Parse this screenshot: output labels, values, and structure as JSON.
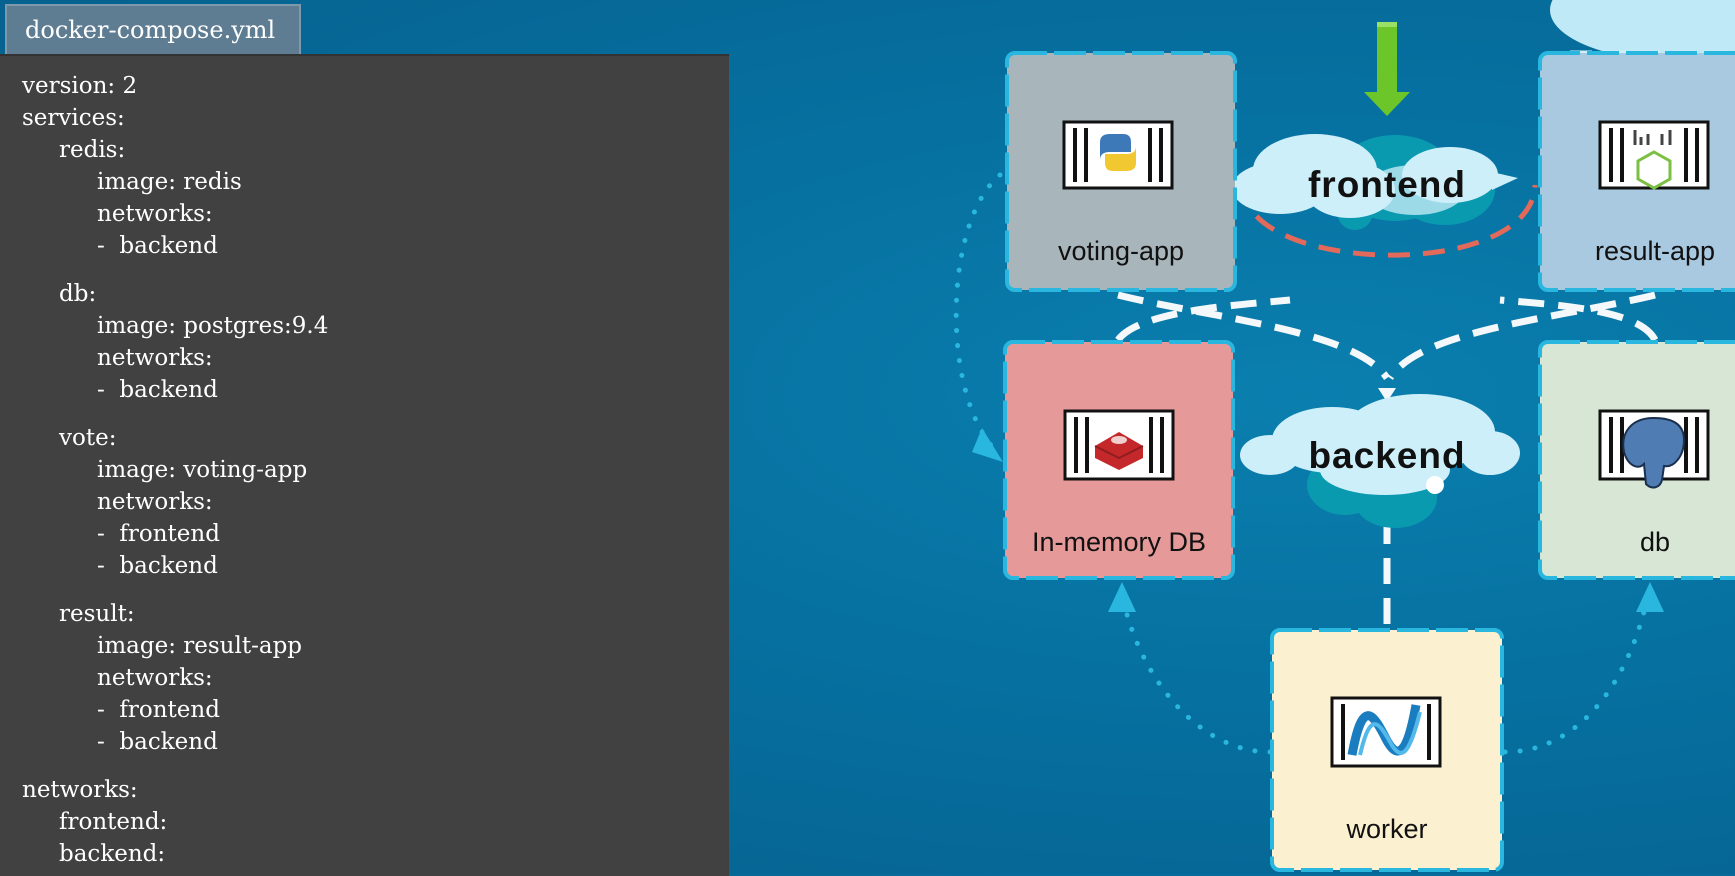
{
  "file_tab": {
    "name": "docker-compose.yml"
  },
  "yaml_lines": [
    "version: 2",
    "services:",
    "redis:",
    "image: redis",
    "networks:",
    "-  backend",
    "db:",
    "image: postgres:9.4",
    "networks:",
    "-  backend",
    "vote:",
    "image: voting-app",
    "networks:",
    "-  frontend",
    "-  backend",
    "result:",
    "image: result-app",
    "networks:",
    "-  frontend",
    "-  backend",
    "networks:",
    "frontend:",
    "backend:"
  ],
  "diagram": {
    "networks": {
      "frontend": "frontend",
      "backend": "backend"
    },
    "nodes": {
      "voting_app": {
        "label": "voting-app",
        "icon": "python-icon",
        "color": "#a8b5ba"
      },
      "result_app": {
        "label": "result-app",
        "icon": "nodejs-icon",
        "color": "#a8c9df"
      },
      "in_memory_db": {
        "label": "In-memory DB",
        "icon": "redis-icon",
        "color": "#e59a99"
      },
      "db": {
        "label": "db",
        "icon": "postgresql-icon",
        "color": "#d8e6d5"
      },
      "worker": {
        "label": "worker",
        "icon": "dotnet-icon",
        "color": "#fbf0cf"
      }
    },
    "colors": {
      "node_border": "#29b7e0",
      "frontend_arc": "#e3695a",
      "entry_arrow": "#6cc62a"
    }
  }
}
